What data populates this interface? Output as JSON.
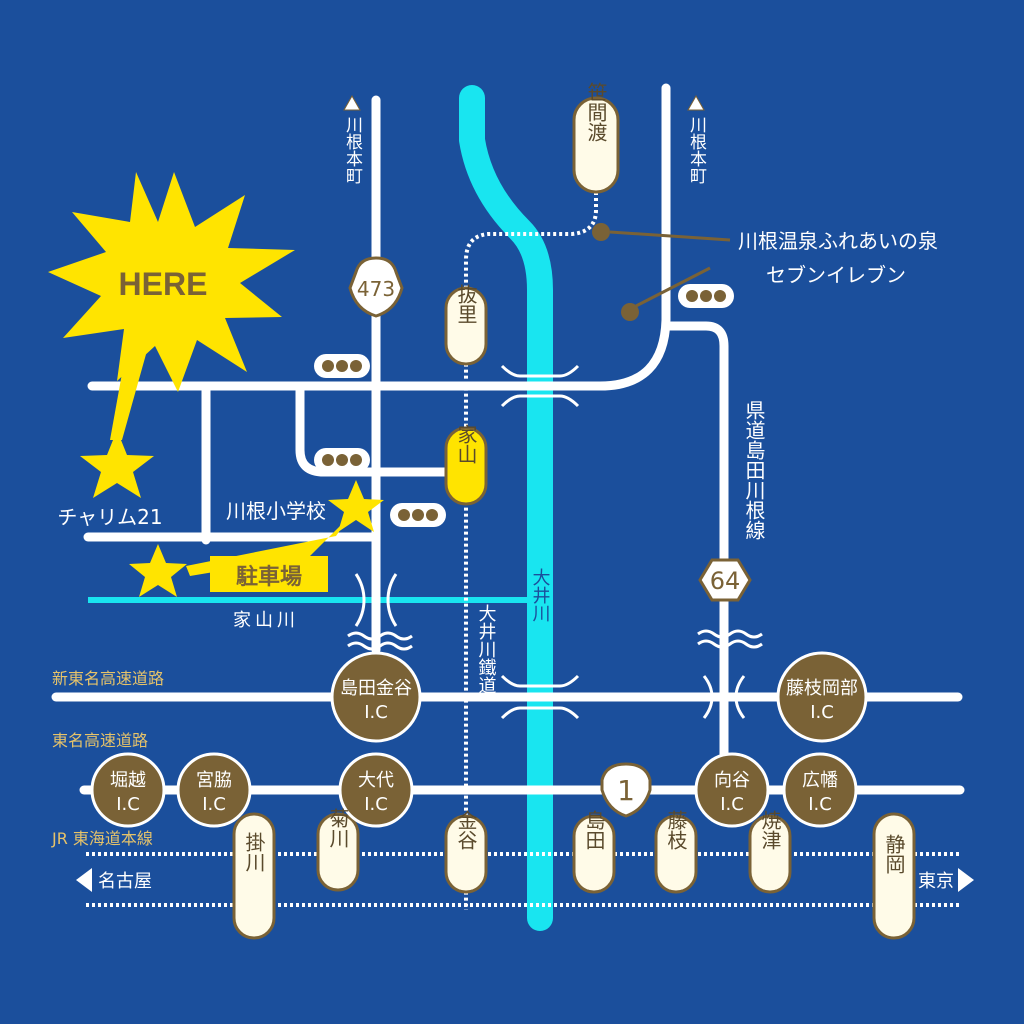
{
  "colors": {
    "background": "#1b4f9c",
    "road": "#ffffff",
    "river": "#19e5f0",
    "station_fill": "#fffbe8",
    "station_border": "#7a6236",
    "ic_fill": "#7a6236",
    "label_gold": "#e6c36a",
    "star_yellow": "#ffe400"
  },
  "labels": {
    "here": "HERE",
    "charium": "チャリム21",
    "school": "川根小学校",
    "parking": "駐車場",
    "ieyama_river": "家山川",
    "oi_river": "大井川",
    "oigawa_railway": "大井川鐵道",
    "onsen": "川根温泉ふれあいの泉",
    "seven": "セブンイレブン",
    "kawane_left": "川根本町",
    "kawane_right": "川根本町",
    "route_473": "473",
    "route_64": "64",
    "route_1": "1",
    "prefectural_road": "県道島田川根線",
    "shin_tomei": "新東名高速道路",
    "tomei": "東名高速道路",
    "jr_line": "JR 東海道本線",
    "nagoya": "名古屋",
    "tokyo": "東京"
  },
  "stations": {
    "sasamado": "笹間渡",
    "battari": "抜里",
    "ieyama": "家山",
    "kakegawa": "掛川",
    "kikugawa": "菊川",
    "kanaya": "金谷",
    "shimada": "島田",
    "fujieda": "藤枝",
    "yaizu": "焼津",
    "shizuoka": "静岡"
  },
  "interchanges": {
    "shimada_kanaya": [
      "島田金谷",
      "I.C"
    ],
    "fujieda_okabe": [
      "藤枝岡部",
      "I.C"
    ],
    "horinouchi": [
      "堀越",
      "I.C"
    ],
    "miyawaki": [
      "宮脇",
      "I.C"
    ],
    "daidai": [
      "大代",
      "I.C"
    ],
    "mukaiya": [
      "向谷",
      "I.C"
    ],
    "hirohata": [
      "広幡",
      "I.C"
    ]
  }
}
